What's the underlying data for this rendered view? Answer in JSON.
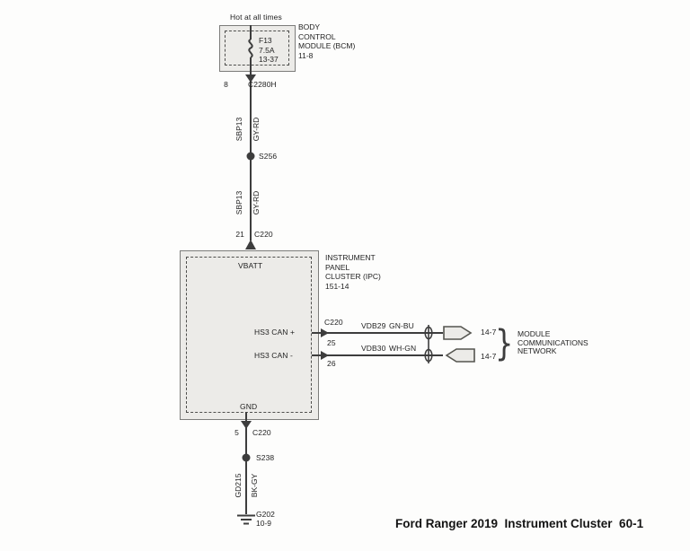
{
  "header": {
    "hot_label": "Hot at all times"
  },
  "bcm": {
    "label_lines": [
      "BODY",
      "CONTROL",
      "MODULE (BCM)",
      "11-8"
    ],
    "fuse_lines": [
      "F13",
      "7.5A",
      "13-37"
    ],
    "pin": "8",
    "connector": "C2280H"
  },
  "battery_feed": {
    "segment1": {
      "circuit": "SBP13",
      "color": "GY-RD"
    },
    "splice": "S256",
    "segment2": {
      "circuit": "SBP13",
      "color": "GY-RD"
    },
    "pin": "21",
    "connector": "C220"
  },
  "ipc": {
    "label_lines": [
      "INSTRUMENT",
      "PANEL",
      "CLUSTER (IPC)",
      "151-14"
    ],
    "vbatt_label": "VBATT",
    "can_plus_label": "HS3 CAN +",
    "can_minus_label": "HS3 CAN -",
    "gnd_label": "GND",
    "right_connector": "C220",
    "can_plus_pin": "25",
    "can_minus_pin": "26"
  },
  "can_bus": {
    "plus": {
      "circuit": "VDB29",
      "color": "GN-BU",
      "dest": "14-7"
    },
    "minus": {
      "circuit": "VDB30",
      "color": "WH-GN",
      "dest": "14-7"
    },
    "brace": "}",
    "network_lines": [
      "MODULE",
      "COMMUNICATIONS",
      "NETWORK"
    ]
  },
  "ground_path": {
    "pin": "5",
    "connector": "C220",
    "splice": "S238",
    "circuit": "GD215",
    "color": "BK-GY",
    "ground_id": "G202",
    "ground_loc": "10-9"
  },
  "footer": {
    "caption": "Ford Ranger 2019  Instrument Cluster  60-1"
  },
  "colors": {
    "wire": "#3d3d3d",
    "box_fill": "#ecebe8",
    "box_border": "#7c7c7a"
  }
}
